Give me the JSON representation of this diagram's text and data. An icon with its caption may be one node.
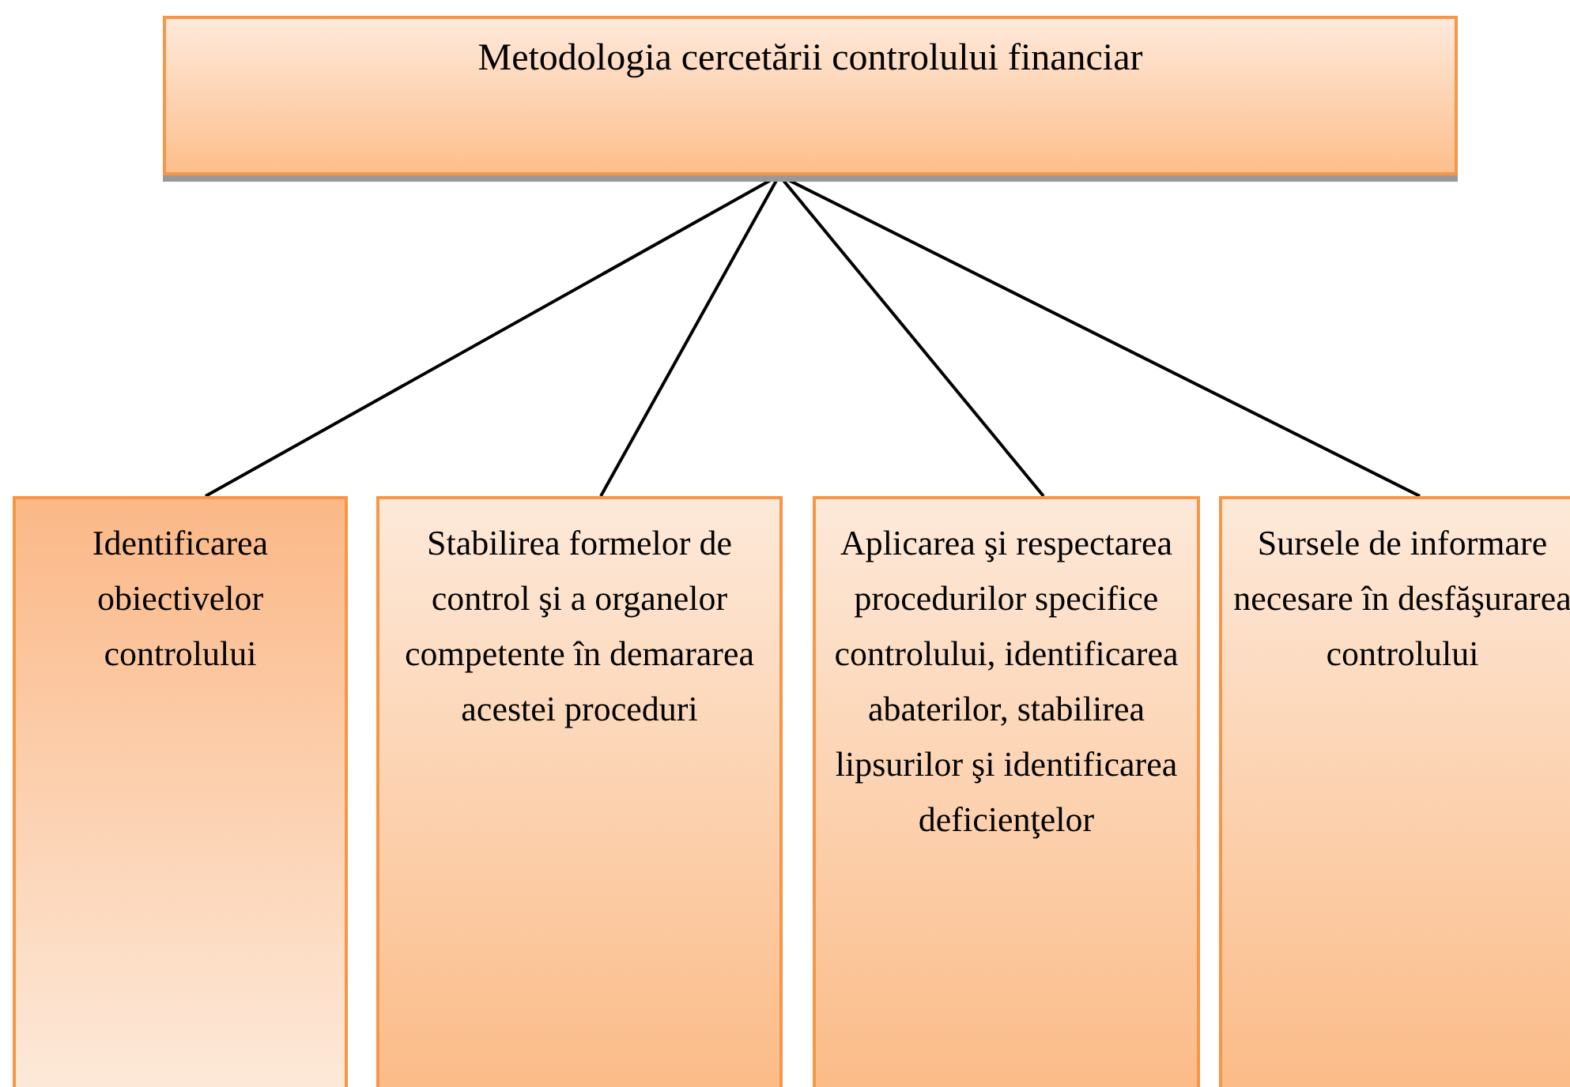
{
  "diagram": {
    "nodes": [
      {
        "text": [
          "Metodologia cercetării controlului financiar"
        ]
      },
      {
        "text": [
          "Identificarea obiectivelor controlului"
        ]
      },
      {
        "text": [
          "Stabilirea formelor de control şi a organelor competente în demararea acestei proceduri"
        ]
      },
      {
        "text": [
          "Aplicarea şi respectarea procedurilor specifice controlului, identificarea abaterilor, stabilirea lipsurilor şi identificarea deficienţelor"
        ]
      },
      {
        "text": [
          "Sursele de informare necesare în desfăşurarea controlului"
        ]
      }
    ],
    "edges": [
      {
        "from": 0,
        "to": 1,
        "arrow": "none"
      },
      {
        "from": 0,
        "to": 2,
        "arrow": "none"
      },
      {
        "from": 0,
        "to": 3,
        "arrow": "none"
      },
      {
        "from": 0,
        "to": 4,
        "arrow": "none"
      }
    ]
  }
}
